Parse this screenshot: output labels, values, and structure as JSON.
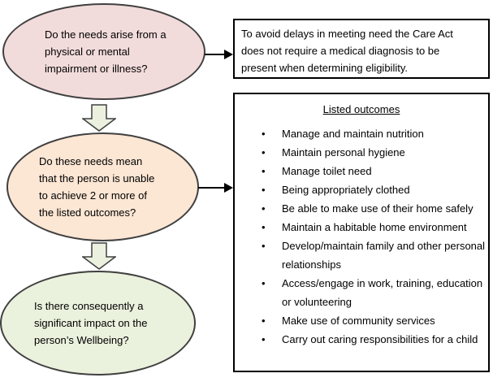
{
  "flowchart": {
    "nodes": [
      {
        "id": "impairment-question",
        "shape": "ellipse",
        "fill": "#F2DCDB",
        "lines": [
          "Do the needs arise from a",
          "physical or mental",
          "impairment or illness?"
        ]
      },
      {
        "id": "outcomes-question",
        "shape": "ellipse",
        "fill": "#FCE6D4",
        "lines": [
          "Do these needs mean",
          "that the person is unable",
          "to achieve 2 or more of",
          "the listed outcomes?"
        ]
      },
      {
        "id": "wellbeing-question",
        "shape": "ellipse",
        "fill": "#EAF1DD",
        "lines": [
          "Is there consequently a",
          "significant impact on the",
          "person’s Wellbeing?"
        ]
      }
    ],
    "note_box": {
      "lines": [
        "To avoid delays in meeting need the Care Act",
        "does not require a medical diagnosis to be",
        "present when determining eligibility."
      ]
    },
    "outcomes_box": {
      "title": "Listed outcomes",
      "items": [
        "Manage and maintain nutrition",
        "Maintain personal hygiene",
        "Manage toilet need",
        "Being appropriately clothed",
        "Be able to make use of their home safely",
        "Maintain a habitable home environment",
        "Develop/maintain family and other personal relationships",
        "Access/engage in work, training, education or volunteering",
        "Make use of community services",
        "Carry out caring responsibilities for a child"
      ]
    },
    "colors": {
      "node1_fill": "#F2DCDB",
      "node2_fill": "#FCE6D4",
      "node3_fill": "#EAF1DD",
      "block_arrow_fill": "#EBF1DE",
      "shape_border": "#404040",
      "box_border": "#000000",
      "connector": "#000000"
    }
  }
}
